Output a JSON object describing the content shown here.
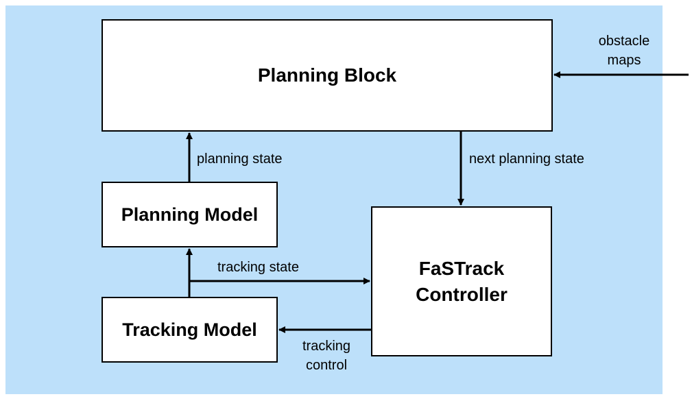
{
  "blocks": {
    "planning_block": "Planning Block",
    "planning_model": "Planning Model",
    "tracking_model": "Tracking Model",
    "controller_line1": "FaSTrack",
    "controller_line2": "Controller"
  },
  "labels": {
    "planning_state": "planning state",
    "next_planning_state": "next planning state",
    "tracking_state": "tracking state",
    "tracking_control": "tracking control",
    "obstacle_maps": "obstacle maps"
  },
  "colors": {
    "background": "#bde0fa",
    "box_fill": "#ffffff",
    "stroke": "#000000"
  }
}
